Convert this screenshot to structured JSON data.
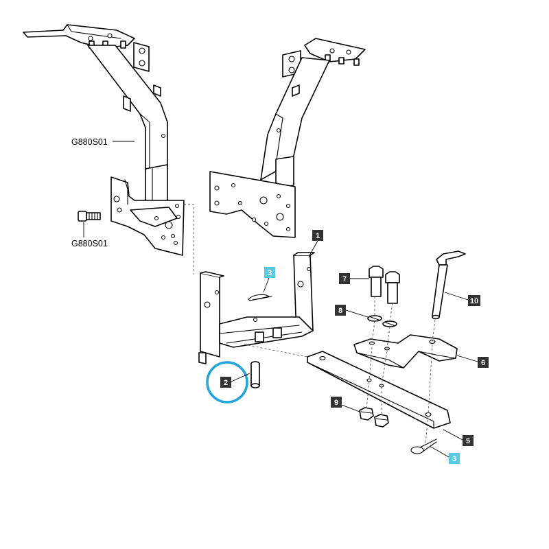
{
  "colors": {
    "callout_bg": "#333333",
    "callout_text": "#ffffff",
    "highlight_callout_bg": "#5bc8df",
    "highlight_ring": "#1ea3dc",
    "line": "#000000"
  },
  "part_codes": {
    "upper": "G880S01",
    "lower": "G880S01"
  },
  "callouts": {
    "c1": "1",
    "c2": "2",
    "c3_upper": "3",
    "c3_lower": "3",
    "c5": "5",
    "c6": "6",
    "c7": "7",
    "c8": "8",
    "c9": "9",
    "c10": "10"
  },
  "highlighted_callout": "2"
}
